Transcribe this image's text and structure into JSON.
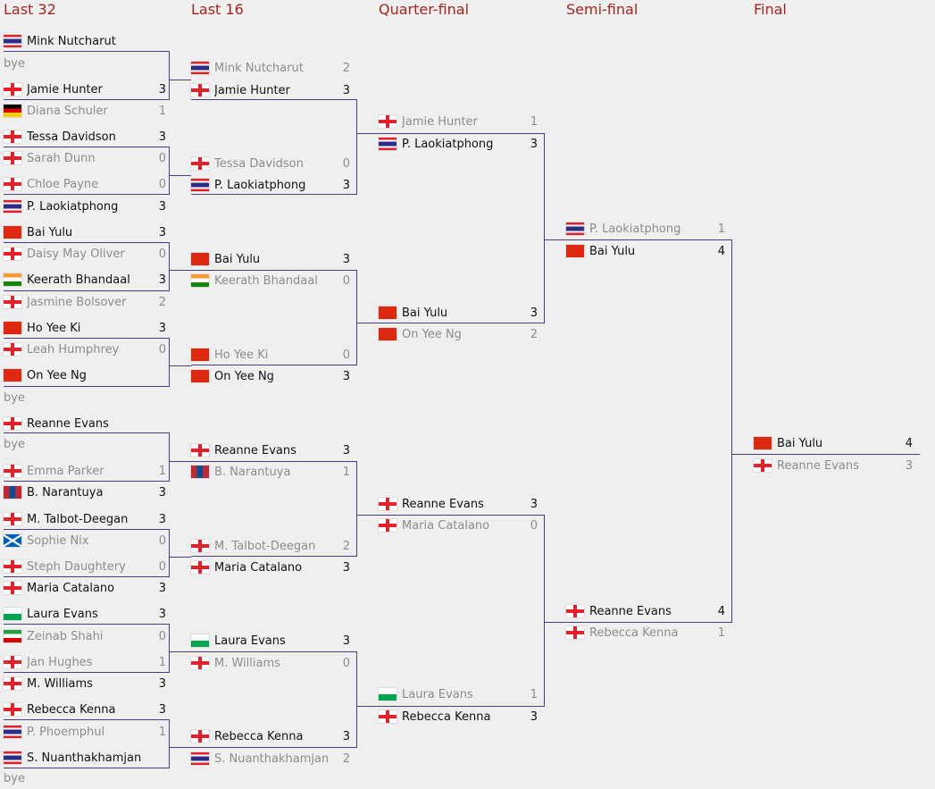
{
  "rounds": [
    "Last 32",
    "Last 16",
    "Quarter-final",
    "Semi-final",
    "Final"
  ],
  "bye_label": "bye",
  "flag_colors": {
    "eng": "#e5202a",
    "tha": "#2b2e83",
    "chn": "#de2910",
    "ind": "#ff9933",
    "hkg": "#de2910",
    "ger": "#dd0000",
    "mng": "#c4272f",
    "sco": "#005eb8",
    "wal": "#00a650",
    "irn": "#239f40"
  },
  "last32": [
    {
      "name": "Mink Nutcharut",
      "score": "",
      "flag": "tha",
      "win": true
    },
    {
      "name": "Jamie Hunter",
      "score": "3",
      "flag": "eng",
      "win": true
    },
    {
      "name": "Diana Schuler",
      "score": "1",
      "flag": "ger",
      "win": false
    },
    {
      "name": "Tessa Davidson",
      "score": "3",
      "flag": "eng",
      "win": true
    },
    {
      "name": "Sarah Dunn",
      "score": "0",
      "flag": "eng",
      "win": false
    },
    {
      "name": "Chloe Payne",
      "score": "0",
      "flag": "eng",
      "win": false
    },
    {
      "name": "P. Laokiatphong",
      "score": "3",
      "flag": "tha",
      "win": true
    },
    {
      "name": "Bai Yulu",
      "score": "3",
      "flag": "chn",
      "win": true
    },
    {
      "name": "Daisy May Oliver",
      "score": "0",
      "flag": "eng",
      "win": false
    },
    {
      "name": "Keerath Bhandaal",
      "score": "3",
      "flag": "ind",
      "win": true
    },
    {
      "name": "Jasmine Bolsover",
      "score": "2",
      "flag": "eng",
      "win": false
    },
    {
      "name": "Ho Yee Ki",
      "score": "3",
      "flag": "hkg",
      "win": true
    },
    {
      "name": "Leah Humphrey",
      "score": "0",
      "flag": "eng",
      "win": false
    },
    {
      "name": "On Yee Ng",
      "score": "",
      "flag": "hkg",
      "win": true
    },
    {
      "name": "Reanne Evans",
      "score": "",
      "flag": "eng",
      "win": true
    },
    {
      "name": "Emma Parker",
      "score": "1",
      "flag": "eng",
      "win": false
    },
    {
      "name": "B. Narantuya",
      "score": "3",
      "flag": "mng",
      "win": true
    },
    {
      "name": "M. Talbot-Deegan",
      "score": "3",
      "flag": "eng",
      "win": true
    },
    {
      "name": "Sophie Nix",
      "score": "0",
      "flag": "sco",
      "win": false
    },
    {
      "name": "Steph Daughtery",
      "score": "0",
      "flag": "eng",
      "win": false
    },
    {
      "name": "Maria Catalano",
      "score": "3",
      "flag": "eng",
      "win": true
    },
    {
      "name": "Laura Evans",
      "score": "3",
      "flag": "wal",
      "win": true
    },
    {
      "name": "Zeinab Shahi",
      "score": "0",
      "flag": "irn",
      "win": false
    },
    {
      "name": "Jan Hughes",
      "score": "1",
      "flag": "eng",
      "win": false
    },
    {
      "name": "M. Williams",
      "score": "3",
      "flag": "eng",
      "win": true
    },
    {
      "name": "Rebecca Kenna",
      "score": "3",
      "flag": "eng",
      "win": true
    },
    {
      "name": "P. Phoemphul",
      "score": "1",
      "flag": "tha",
      "win": false
    },
    {
      "name": "S. Nuanthakhamjan",
      "score": "",
      "flag": "tha",
      "win": true
    }
  ],
  "last16": [
    {
      "name": "Mink Nutcharut",
      "score": "2",
      "flag": "tha",
      "win": false
    },
    {
      "name": "Jamie Hunter",
      "score": "3",
      "flag": "eng",
      "win": true
    },
    {
      "name": "Tessa Davidson",
      "score": "0",
      "flag": "eng",
      "win": false
    },
    {
      "name": "P. Laokiatphong",
      "score": "3",
      "flag": "tha",
      "win": true
    },
    {
      "name": "Bai Yulu",
      "score": "3",
      "flag": "chn",
      "win": true
    },
    {
      "name": "Keerath Bhandaal",
      "score": "0",
      "flag": "ind",
      "win": false
    },
    {
      "name": "Ho Yee Ki",
      "score": "0",
      "flag": "hkg",
      "win": false
    },
    {
      "name": "On Yee Ng",
      "score": "3",
      "flag": "hkg",
      "win": true
    },
    {
      "name": "Reanne Evans",
      "score": "3",
      "flag": "eng",
      "win": true
    },
    {
      "name": "B. Narantuya",
      "score": "1",
      "flag": "mng",
      "win": false
    },
    {
      "name": "M. Talbot-Deegan",
      "score": "2",
      "flag": "eng",
      "win": false
    },
    {
      "name": "Maria Catalano",
      "score": "3",
      "flag": "eng",
      "win": true
    },
    {
      "name": "Laura Evans",
      "score": "3",
      "flag": "wal",
      "win": true
    },
    {
      "name": "M. Williams",
      "score": "0",
      "flag": "eng",
      "win": false
    },
    {
      "name": "Rebecca Kenna",
      "score": "3",
      "flag": "eng",
      "win": true
    },
    {
      "name": "S. Nuanthakhamjan",
      "score": "2",
      "flag": "tha",
      "win": false
    }
  ],
  "quarter": [
    {
      "name": "Jamie Hunter",
      "score": "1",
      "flag": "eng",
      "win": false
    },
    {
      "name": "P. Laokiatphong",
      "score": "3",
      "flag": "tha",
      "win": true
    },
    {
      "name": "Bai Yulu",
      "score": "3",
      "flag": "chn",
      "win": true
    },
    {
      "name": "On Yee Ng",
      "score": "2",
      "flag": "hkg",
      "win": false
    },
    {
      "name": "Reanne Evans",
      "score": "3",
      "flag": "eng",
      "win": true
    },
    {
      "name": "Maria Catalano",
      "score": "0",
      "flag": "eng",
      "win": false
    },
    {
      "name": "Laura Evans",
      "score": "1",
      "flag": "wal",
      "win": false
    },
    {
      "name": "Rebecca Kenna",
      "score": "3",
      "flag": "eng",
      "win": true
    }
  ],
  "semi": [
    {
      "name": "P. Laokiatphong",
      "score": "1",
      "flag": "tha",
      "win": false
    },
    {
      "name": "Bai Yulu",
      "score": "4",
      "flag": "chn",
      "win": true
    },
    {
      "name": "Reanne Evans",
      "score": "4",
      "flag": "eng",
      "win": true
    },
    {
      "name": "Rebecca Kenna",
      "score": "1",
      "flag": "eng",
      "win": false
    }
  ],
  "final": [
    {
      "name": "Bai Yulu",
      "score": "4",
      "flag": "chn",
      "win": true
    },
    {
      "name": "Reanne Evans",
      "score": "3",
      "flag": "eng",
      "win": false
    }
  ]
}
